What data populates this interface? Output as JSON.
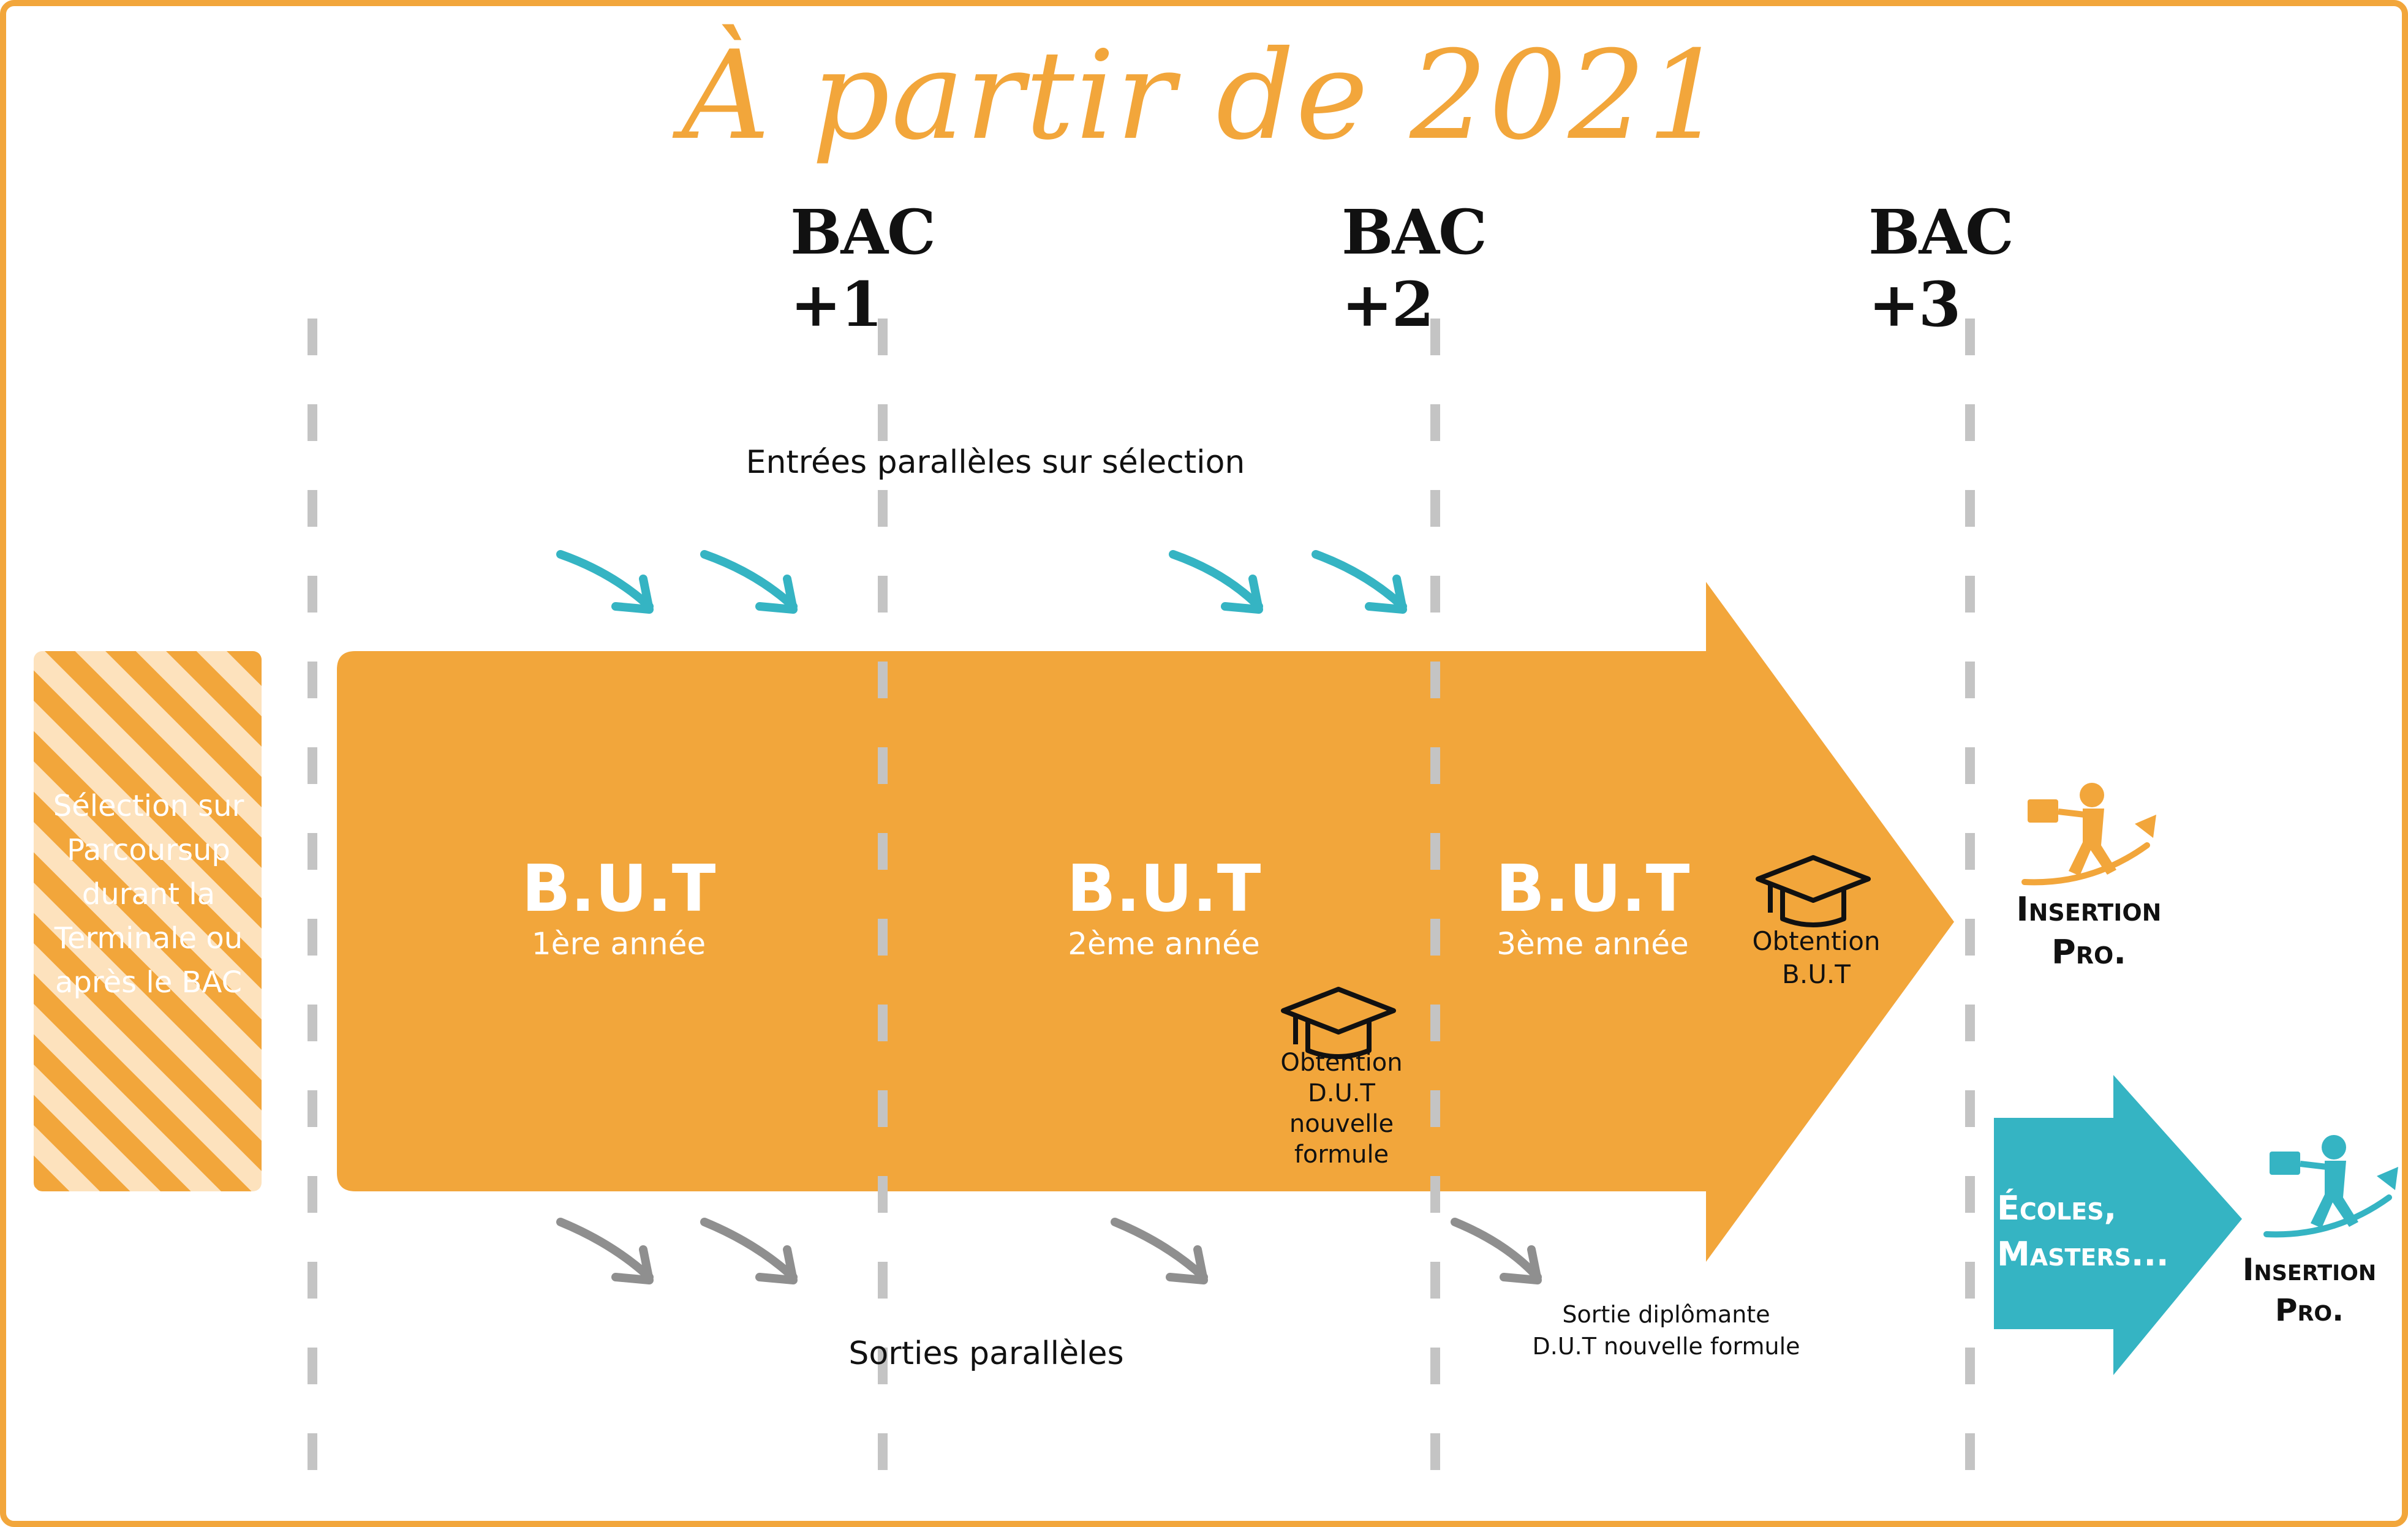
{
  "title": "À partir de 2021",
  "columns": [
    "BAC +1",
    "BAC +2",
    "BAC +3"
  ],
  "entries_label": "Entrées parallèles sur sélection",
  "exits_label": "Sorties parallèles",
  "selection_text": "Sélection sur Parcoursup durant la Terminale ou après le BAC",
  "but_years": [
    {
      "title": "B.U.T",
      "subtitle": "1ère année"
    },
    {
      "title": "B.U.T",
      "subtitle": "2ème année"
    },
    {
      "title": "B.U.T",
      "subtitle": "3ème année"
    }
  ],
  "dut_obtention": {
    "line1": "Obtention",
    "line2": "D.U.T",
    "line3": "nouvelle",
    "line4": "formule"
  },
  "but_obtention": {
    "line1": "Obtention",
    "line2": "B.U.T"
  },
  "sortie_diplomante": {
    "line1": "Sortie diplômante",
    "line2": "D.U.T nouvelle formule"
  },
  "insertion_top": {
    "line1": "Insertion",
    "line2": "Pro."
  },
  "ecoles": {
    "line1": "Écoles,",
    "line2": "Masters..."
  },
  "insertion_bottom": {
    "line1": "Insertion",
    "line2": "Pro."
  },
  "colors": {
    "orange": "#f2a63b",
    "light_orange": "#fde2bd",
    "teal": "#35b4c3",
    "grey": "#bdbdbd",
    "arrow_grey": "#8f8f8f"
  },
  "icons": [
    "graduation-cap-icon",
    "businessman-climbing-icon"
  ]
}
